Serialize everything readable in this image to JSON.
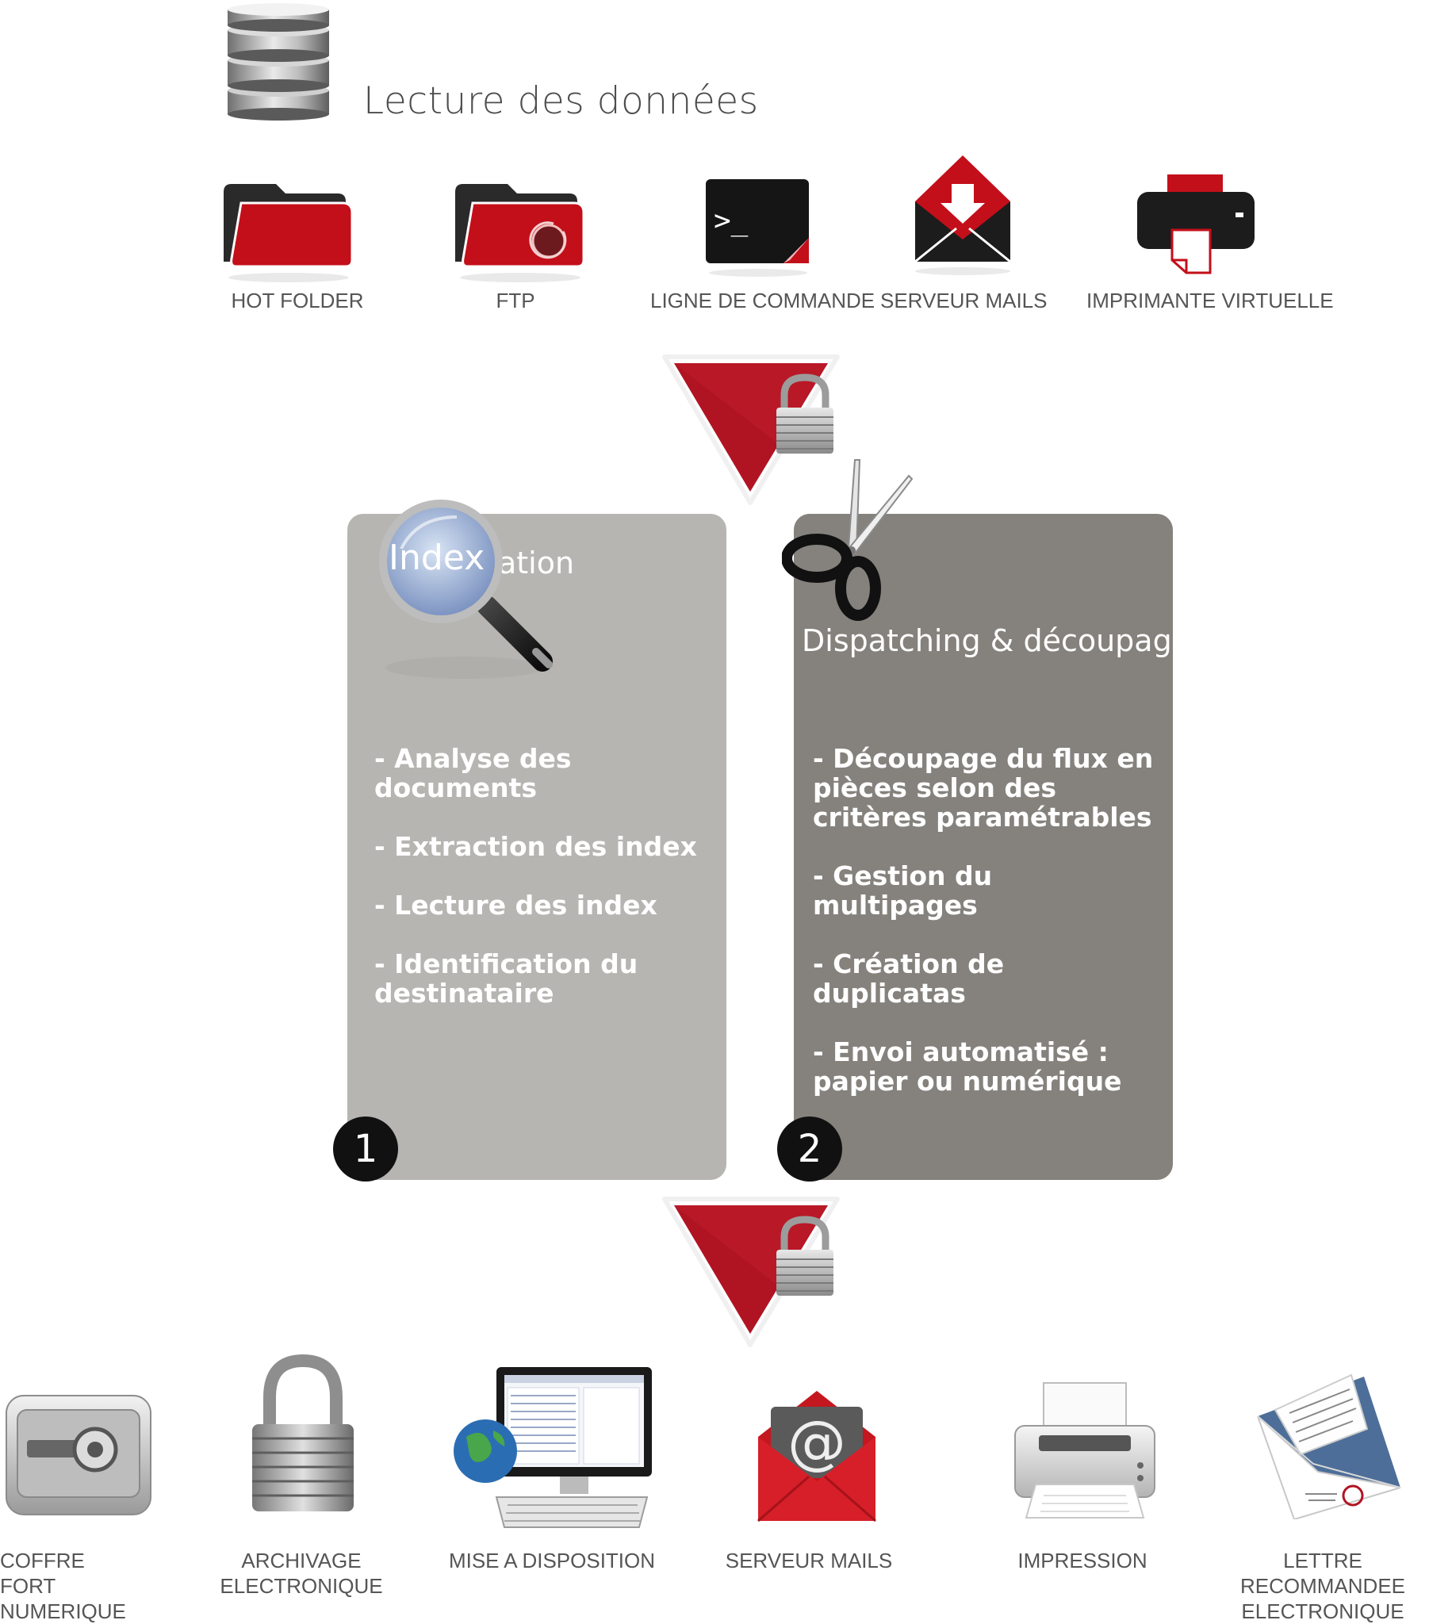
{
  "header": {
    "title": "Lecture des données"
  },
  "sources": [
    {
      "label": "HOT FOLDER",
      "icon": "hot-folder-icon"
    },
    {
      "label": "FTP",
      "icon": "ftp-folder-icon"
    },
    {
      "label": "LIGNE DE COMMANDE",
      "icon": "terminal-icon",
      "prompt": ">_"
    },
    {
      "label": "SERVEUR MAILS",
      "icon": "mail-download-icon"
    },
    {
      "label": "IMPRIMANTE VIRTUELLE",
      "icon": "virtual-printer-icon"
    }
  ],
  "steps": [
    {
      "number": "1",
      "title_magnified": "Index",
      "title_rest": "ation",
      "bullets": [
        "- Analyse des documents",
        "- Extraction des index",
        "- Lecture des index",
        "- Identification du destinataire"
      ]
    },
    {
      "number": "2",
      "title": "Dispatching & découpage",
      "bullets": [
        "- Découpage du flux en pièces selon des critères paramétrables",
        "- Gestion du multipages",
        "- Création de duplicatas",
        "- Envoi automatisé : papier ou numérique"
      ]
    }
  ],
  "destinations": [
    {
      "label": "COFFRE FORT\nNUMERIQUE",
      "icon": "safe-icon"
    },
    {
      "label": "ARCHIVAGE\nELECTRONIQUE",
      "icon": "padlock-icon"
    },
    {
      "label": "MISE A DISPOSITION",
      "icon": "computer-globe-icon"
    },
    {
      "label": "SERVEUR MAILS",
      "icon": "email-at-icon"
    },
    {
      "label": "IMPRESSION",
      "icon": "printer-icon"
    },
    {
      "label": "LETTRE RECOMMANDEE\nELECTRONIQUE",
      "icon": "registered-letter-icon"
    }
  ],
  "colors": {
    "accent_red": "#b01423",
    "panel1_bg": "#b6b5b1",
    "panel2_bg": "#85827d",
    "badge_bg": "#111111"
  }
}
